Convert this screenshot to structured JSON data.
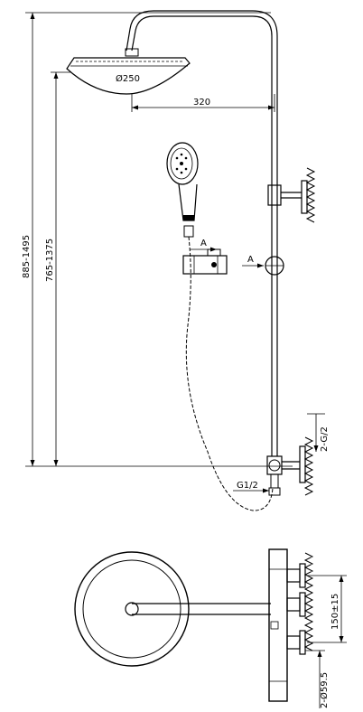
{
  "labels": {
    "head_diameter": "Ø250",
    "arm_length": "320",
    "total_height": "885-1495",
    "head_height": "765-1375",
    "section_mark_left": "A",
    "section_mark_right": "A",
    "inlet_thread": "G1/2",
    "outlet_thread": "2-G/2",
    "center_distance": "150±15",
    "escutcheon": "2-Ø59.5"
  },
  "colors": {
    "line": "#000000",
    "background": "#ffffff"
  }
}
